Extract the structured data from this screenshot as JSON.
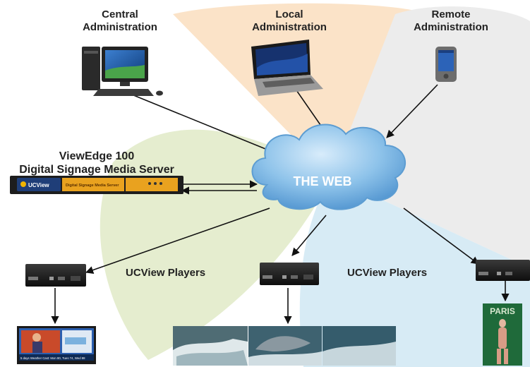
{
  "labels": {
    "central": [
      "Central",
      "Administration"
    ],
    "local": [
      "Local",
      "Administration"
    ],
    "remote": [
      "Remote",
      "Administration"
    ],
    "server": [
      "ViewEdge 100",
      "Digital Signage Media Server"
    ],
    "cloud": "THE WEB",
    "players_left": "UCView Players",
    "players_right": "UCView Players"
  },
  "device_text": {
    "server_brand": "UCView",
    "server_panel": "Digital Signage Media Server",
    "poster_title": "PARIS",
    "screen_ticker": "5 days Weather Cast: Mon 80, Tues 74, Wed 88"
  },
  "colors": {
    "orange_region": "#fbe3c8",
    "green_region": "#e5edcf",
    "blue_region": "#d7ebf5",
    "gray_region": "#ececec",
    "cloud_fill": "#7fb8e6",
    "cloud_text": "#ffffff"
  },
  "icons": {
    "central": "desktop-computer-icon",
    "local": "laptop-icon",
    "remote": "pda-icon",
    "server": "rack-server-icon",
    "cloud": "cloud-icon",
    "player": "media-player-box-icon"
  }
}
